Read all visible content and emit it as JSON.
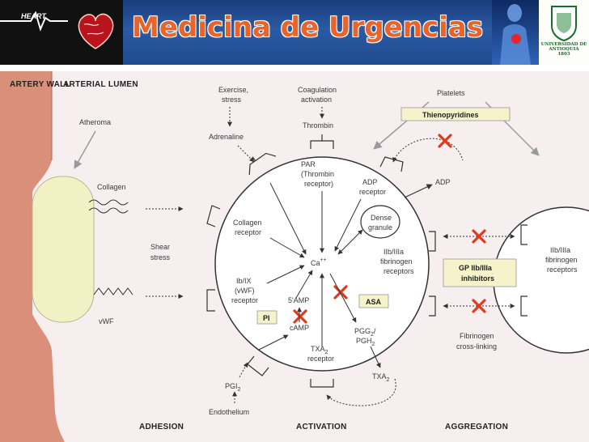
{
  "banner": {
    "logo_text": "HEART",
    "title": "Medicina de Urgencias",
    "university_name": "UNIVERSIDAD DE ANTIOQUIA",
    "university_year": "1803"
  },
  "diagram": {
    "sections": {
      "wall": "ARTERY WALL",
      "lumen": "ARTERIAL LUMEN",
      "adhesion": "ADHESION",
      "activation": "ACTIVATION",
      "aggregation": "AGGREGATION"
    },
    "labels": {
      "atheroma": "Atheroma",
      "collagen": "Collagen",
      "vwf": "vWF",
      "shear_1": "Shear",
      "shear_2": "stress",
      "exercise_1": "Exercise,",
      "exercise_2": "stress",
      "adrenaline": "Adrenaline",
      "coag_1": "Coagulation",
      "coag_2": "activation",
      "thrombin": "Thrombin",
      "platelets": "Platelets",
      "thienopyridines": "Thienopyridines",
      "adp": "ADP",
      "par_1": "PAR",
      "par_2": "(Thrombin",
      "par_3": "receptor)",
      "adp_rec_1": "ADP",
      "adp_rec_2": "receptor",
      "collagen_rec_1": "Collagen",
      "collagen_rec_2": "receptor",
      "dense_1": "Dense",
      "dense_2": "granule",
      "ca": "Ca",
      "ib_1": "Ib/IX",
      "ib_2": "(vWF)",
      "ib_3": "receptor",
      "gp_rec_1": "IIb/IIIa",
      "gp_rec_2": "fibrinogen",
      "gp_rec_3": "receptors",
      "right_rec_1": "IIb/IIIa",
      "right_rec_2": "fibrinogen",
      "right_rec_3": "receptors",
      "amp5": "5'AMP",
      "camp": "cAMP",
      "pi": "PI",
      "asa": "ASA",
      "pgg2_1": "PGG",
      "pgg2_2": "PGH",
      "txa2_rec_1": "TXA",
      "txa2_rec_2": "receptor",
      "txa2": "TXA",
      "gp_inh_1": "GP IIb/IIIa",
      "gp_inh_2": "inhibitors",
      "fib_1": "Fibrinogen",
      "fib_2": "cross-linking",
      "pgi2": "PGI",
      "endothelium": "Endothelium"
    }
  }
}
